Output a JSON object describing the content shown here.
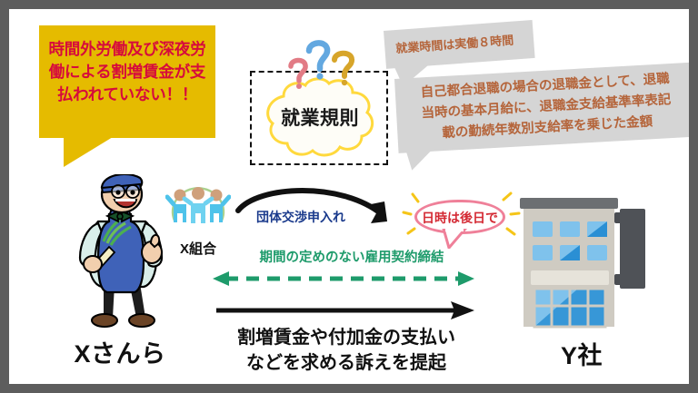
{
  "frame": {
    "border_color": "#5d5d5d",
    "background": "#ffffff"
  },
  "worker_bubble": {
    "background_color": "#e5bb00",
    "text_color": "#d60b3c",
    "lines": [
      "時間外労働及び深夜労",
      "働による割増賃金が支",
      "払われていない！！"
    ]
  },
  "rules": {
    "cloud_label": "就業規則",
    "cloud_outline_color": "#ffd93d",
    "question_marks": [
      {
        "name": "question-mark-blue",
        "color": "#63a8e0"
      },
      {
        "name": "question-mark-red",
        "color": "#e27b85"
      },
      {
        "name": "question-mark-gold",
        "color": "#d7a52a"
      }
    ]
  },
  "rule_bubbles": {
    "text_color": "#b5653b",
    "background_color": "#d5d5d5",
    "items": [
      {
        "id": "work-hours",
        "lines": [
          "就業時間は実働８時間"
        ]
      },
      {
        "id": "retirement-allowance",
        "lines": [
          "自己都合退職の場合の退職金として、退職",
          "当時の基本月給に、退職金支給基準率表記",
          "載の勤続年数別支給率を乗じた金額"
        ]
      }
    ]
  },
  "actors": {
    "worker": {
      "label": "Xさんら",
      "icon": "grocer-illustration"
    },
    "union": {
      "label": "X組合",
      "icon": "union-people-icon"
    },
    "company": {
      "label": "Y社",
      "icon": "office-building-illustration"
    }
  },
  "flows": {
    "negotiation_request": {
      "label": "団体交渉申入れ",
      "color": "#1a3a8c"
    },
    "employment_contract": {
      "label": "期間の定めのない雇用契約締結",
      "color": "#1e9b6b"
    },
    "lawsuit": {
      "lines": [
        "割増賃金や付加金の支払い",
        "などを求める訴えを提起"
      ],
      "color": "#111111"
    }
  },
  "company_reply": {
    "text": "日時は後日で",
    "text_color": "#d42a34",
    "outline_color": "#ef8099"
  }
}
